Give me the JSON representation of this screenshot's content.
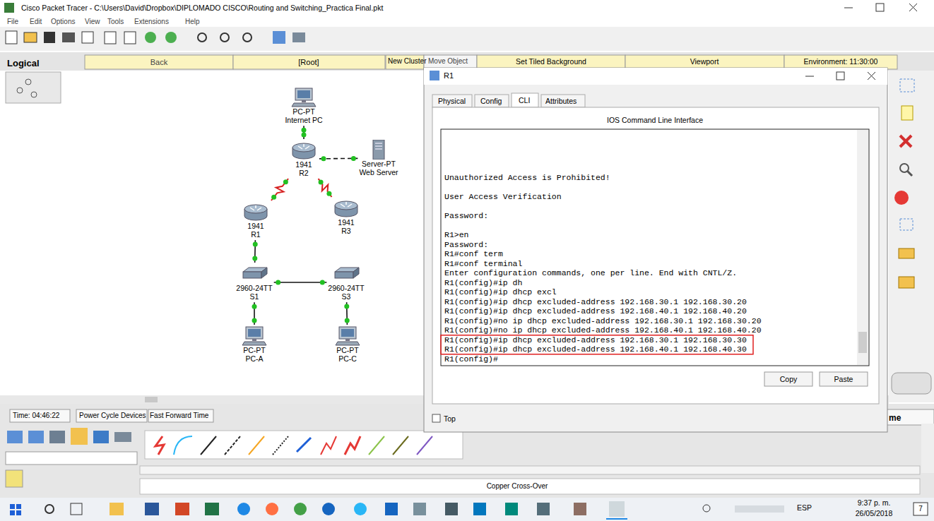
{
  "diagram": {
    "nodes": [
      {
        "text": [
          "PC-PT",
          "Internet PC"
        ]
      },
      {
        "text": [
          "1941",
          "R2"
        ]
      },
      {
        "text": [
          "Server-PT",
          "Web Server"
        ]
      },
      {
        "text": [
          "1941",
          "R1"
        ]
      },
      {
        "text": [
          "1941",
          "R3"
        ]
      },
      {
        "text": [
          "2960-24TT",
          "S1"
        ]
      },
      {
        "text": [
          "2960-24TT",
          "S3"
        ]
      },
      {
        "text": [
          "PC-PT",
          "PC-A"
        ]
      },
      {
        "text": [
          "PC-PT",
          "PC-C"
        ]
      }
    ],
    "edges": [
      {
        "from": 0,
        "to": 1,
        "arrow": "none"
      },
      {
        "from": 1,
        "to": 2,
        "arrow": "none"
      },
      {
        "from": 1,
        "to": 3,
        "arrow": "none"
      },
      {
        "from": 1,
        "to": 4,
        "arrow": "none"
      },
      {
        "from": 3,
        "to": 5,
        "arrow": "none"
      },
      {
        "from": 5,
        "to": 6,
        "arrow": "none"
      },
      {
        "from": 5,
        "to": 7,
        "arrow": "none"
      },
      {
        "from": 6,
        "to": 8,
        "arrow": "none"
      }
    ],
    "labels": [
      "Cisco Packet Tracer - C:\\Users\\David\\Dropbox\\DIPLOMADO CISCO\\Routing and Switching_Practica Final.pkt",
      "File",
      "Edit",
      "Options",
      "View",
      "Tools",
      "Extensions",
      "Help",
      "Logical",
      "Back",
      "[Root]",
      "New Cluster",
      "Move Object",
      "Set Tiled Background",
      "Viewport",
      "Environment: 11:30:00",
      "R1",
      "Physical",
      "Config",
      "CLI",
      "Attributes",
      "IOS Command Line Interface",
      "Unauthorized Access is Prohibited!",
      "User Access Verification",
      "Password:",
      "R1>en",
      "Password:",
      "R1#conf term",
      "R1#conf terminal",
      "Enter configuration commands, one per line.  End with CNTL/Z.",
      "R1(config)#ip dh",
      "R1(config)#ip dhcp excl",
      "R1(config)#ip dhcp excluded-address 192.168.30.1 192.168.30.20",
      "R1(config)#ip dhcp excluded-address 192.168.40.1 192.168.40.20",
      "R1(config)#no ip dhcp excluded-address 192.168.30.1 192.168.30.20",
      "R1(config)#no ip dhcp excluded-address 192.168.40.1 192.168.40.20",
      "R1(config)#ip dhcp excluded-address 192.168.30.1 192.168.30.30",
      "R1(config)#ip dhcp excluded-address 192.168.40.1 192.168.40.30",
      "R1(config)#",
      "Copy",
      "Paste",
      "Top",
      "Time: 04:46:22",
      "Power Cycle Devices",
      "Fast Forward Time",
      "me",
      "Copper Cross-Over",
      "ESP",
      "9:37 p. m.",
      "26/05/2018",
      "7"
    ]
  }
}
